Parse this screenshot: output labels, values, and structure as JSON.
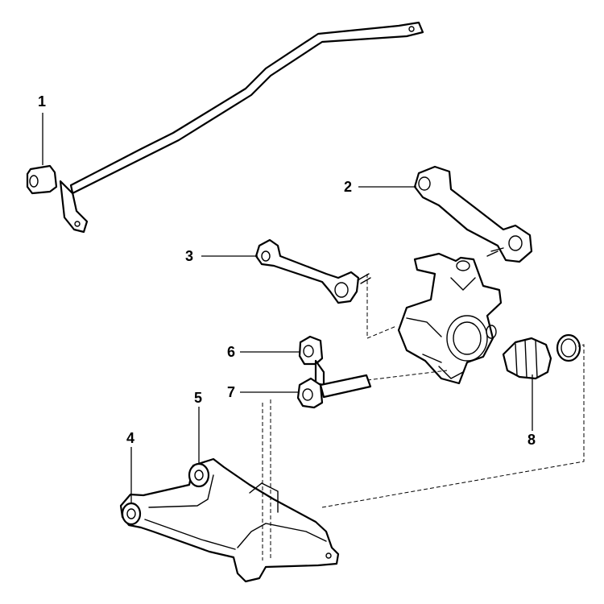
{
  "diagram": {
    "callouts": [
      {
        "id": "1",
        "label": "1"
      },
      {
        "id": "2",
        "label": "2"
      },
      {
        "id": "3",
        "label": "3"
      },
      {
        "id": "4",
        "label": "4"
      },
      {
        "id": "5",
        "label": "5"
      },
      {
        "id": "6",
        "label": "6"
      },
      {
        "id": "7",
        "label": "7"
      },
      {
        "id": "8",
        "label": "8"
      }
    ],
    "parts": [
      {
        "callout": "1",
        "icon": "stabilizer-bar-bushing-icon"
      },
      {
        "callout": "2",
        "icon": "upper-control-arm-icon"
      },
      {
        "callout": "3",
        "icon": "tie-rod-icon"
      },
      {
        "callout": "4",
        "icon": "lower-control-arm-bushing-icon"
      },
      {
        "callout": "5",
        "icon": "lower-control-arm-rear-bushing-icon"
      },
      {
        "callout": "6",
        "icon": "link-upper-bushing-icon"
      },
      {
        "callout": "7",
        "icon": "link-lower-bushing-icon"
      },
      {
        "callout": "8",
        "icon": "wheel-bearing-boot-icon"
      }
    ],
    "colors": {
      "line": "#000000",
      "background": "#ffffff"
    }
  }
}
